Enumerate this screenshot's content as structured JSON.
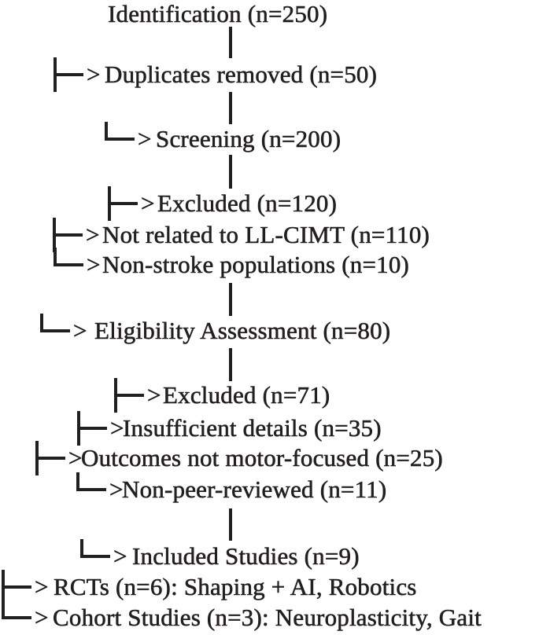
{
  "figure": {
    "type": "study-selection-flow-diagram",
    "colors": {
      "ink": "#231f20",
      "background": "#ffffff"
    },
    "arrow_glyph": ">",
    "nodes": [
      {
        "label": "Identification (n=250)",
        "n": 250,
        "connector": "none"
      },
      {
        "label": "Duplicates removed (n=50)",
        "n": 50,
        "connector": "tee"
      },
      {
        "label": "Screening (n=200)",
        "n": 200,
        "connector": "elbow"
      },
      {
        "label": "Excluded (n=120)",
        "n": 120,
        "connector": "tee"
      },
      {
        "label": "Not related to LL-CIMT (n=110)",
        "n": 110,
        "connector": "tee"
      },
      {
        "label": "Non-stroke populations (n=10)",
        "n": 10,
        "connector": "elbow"
      },
      {
        "label": "Eligibility Assessment (n=80)",
        "n": 80,
        "connector": "elbow"
      },
      {
        "label": "Excluded (n=71)",
        "n": 71,
        "connector": "tee"
      },
      {
        "label": "Insufficient details (n=35)",
        "n": 35,
        "connector": "tee"
      },
      {
        "label": "Outcomes not motor-focused (n=25)",
        "n": 25,
        "connector": "tee"
      },
      {
        "label": "Non-peer-reviewed (n=11)",
        "n": 11,
        "connector": "elbow"
      },
      {
        "label": "Included Studies (n=9)",
        "n": 9,
        "connector": "elbow"
      },
      {
        "label": "RCTs (n=6): Shaping + AI, Robotics",
        "n": 6,
        "connector": "tee"
      },
      {
        "label": "Cohort Studies (n=3): Neuroplasticity, Gait",
        "n": 3,
        "connector": "elbow"
      }
    ]
  }
}
